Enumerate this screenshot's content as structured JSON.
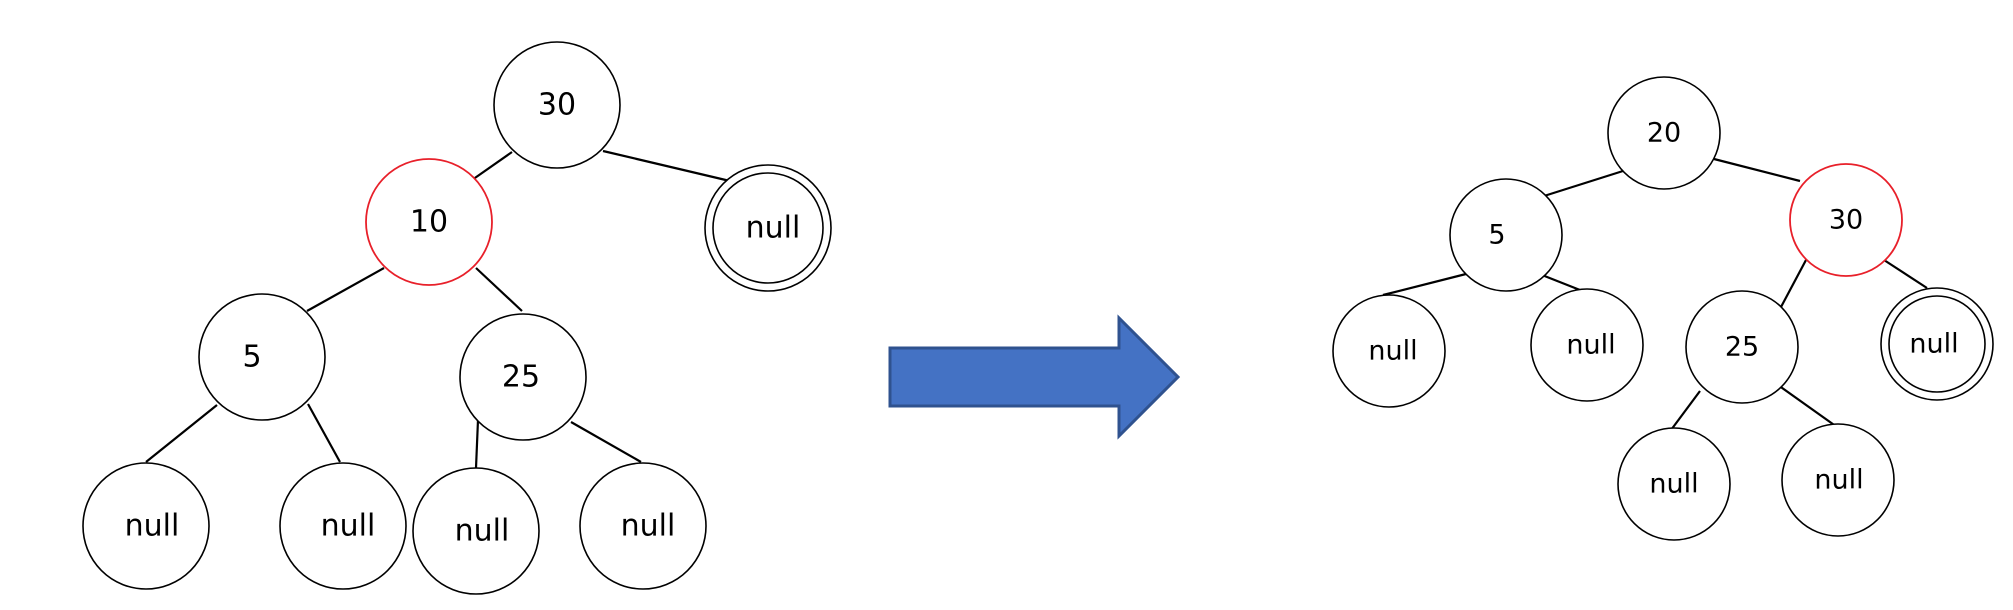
{
  "colors": {
    "highlight": "#e8202a",
    "arrow_fill": "#4472c4",
    "arrow_stroke": "#2f528f"
  },
  "before_tree": {
    "nodes": [
      {
        "id": "b30",
        "label": "30"
      },
      {
        "id": "b10",
        "label": "10",
        "highlight": true
      },
      {
        "id": "bnull_right",
        "label": "null",
        "double": true
      },
      {
        "id": "b5",
        "label": "5"
      },
      {
        "id": "b25",
        "label": "25"
      },
      {
        "id": "b5_null_left",
        "label": "null"
      },
      {
        "id": "b5_null_right",
        "label": "null"
      },
      {
        "id": "b25_null_left",
        "label": "null"
      },
      {
        "id": "b25_null_right",
        "label": "null"
      }
    ]
  },
  "transition_arrow": {
    "icon": "right-arrow-icon"
  },
  "after_tree": {
    "nodes": [
      {
        "id": "a20",
        "label": "20"
      },
      {
        "id": "a5",
        "label": "5"
      },
      {
        "id": "a30",
        "label": "30",
        "highlight": true
      },
      {
        "id": "a5_null_left",
        "label": "null"
      },
      {
        "id": "a5_null_right",
        "label": "null"
      },
      {
        "id": "a25",
        "label": "25"
      },
      {
        "id": "a30_null_right",
        "label": "null",
        "double": true
      },
      {
        "id": "a25_null_left",
        "label": "null"
      },
      {
        "id": "a25_null_right",
        "label": "null"
      }
    ]
  }
}
